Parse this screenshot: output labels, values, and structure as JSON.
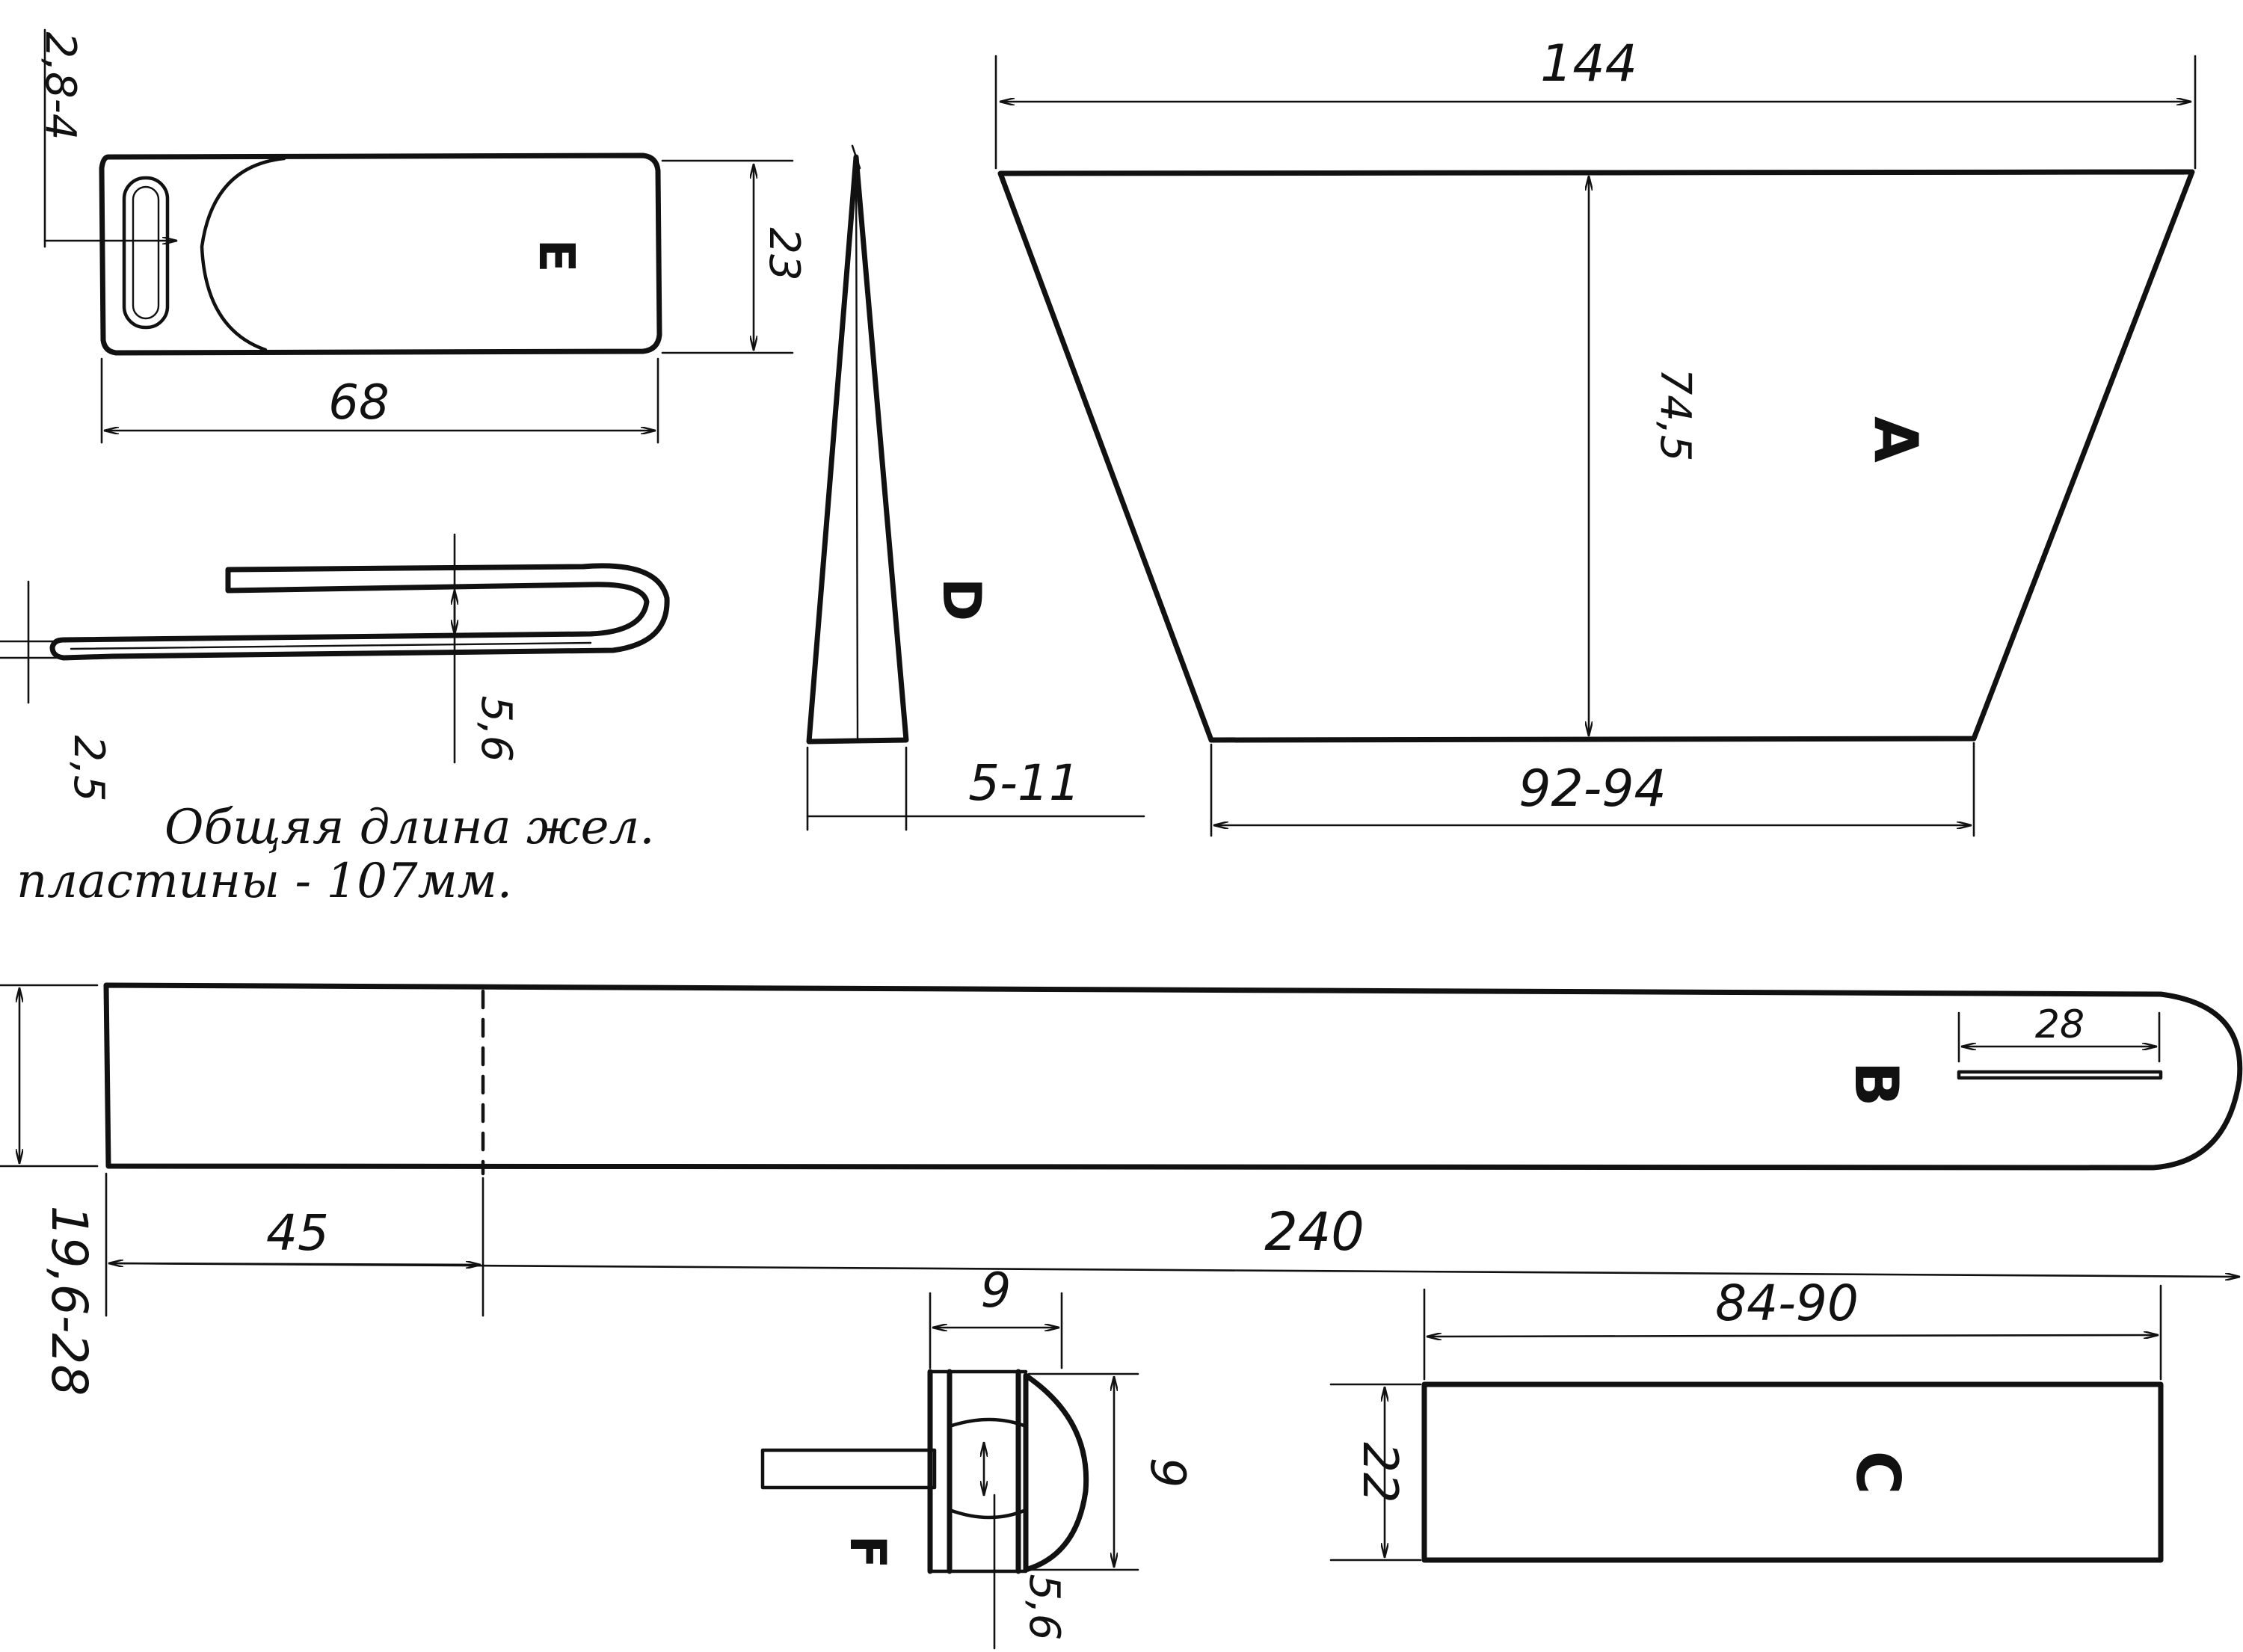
{
  "note": {
    "line1": "Общяя длина жел.",
    "line2": "пластины - 107мм."
  },
  "part_a": {
    "letter": "A",
    "top_width": "144",
    "bottom_width": "92-94",
    "height": "74,5"
  },
  "part_b": {
    "letter": "B",
    "length": "240",
    "fold": "45",
    "width": "19,6-28",
    "slot": "28"
  },
  "part_c": {
    "letter": "C",
    "length": "84-90",
    "width": "22"
  },
  "part_d": {
    "letter": "D",
    "base": "5-11"
  },
  "part_e": {
    "letter": "E",
    "length": "68",
    "width": "23",
    "slot": "2,8-4"
  },
  "plate_side": {
    "thickness": "2,5",
    "gap": "5,6"
  },
  "part_f": {
    "letter": "F",
    "width": "9",
    "height": "9",
    "gap": "5,6"
  }
}
